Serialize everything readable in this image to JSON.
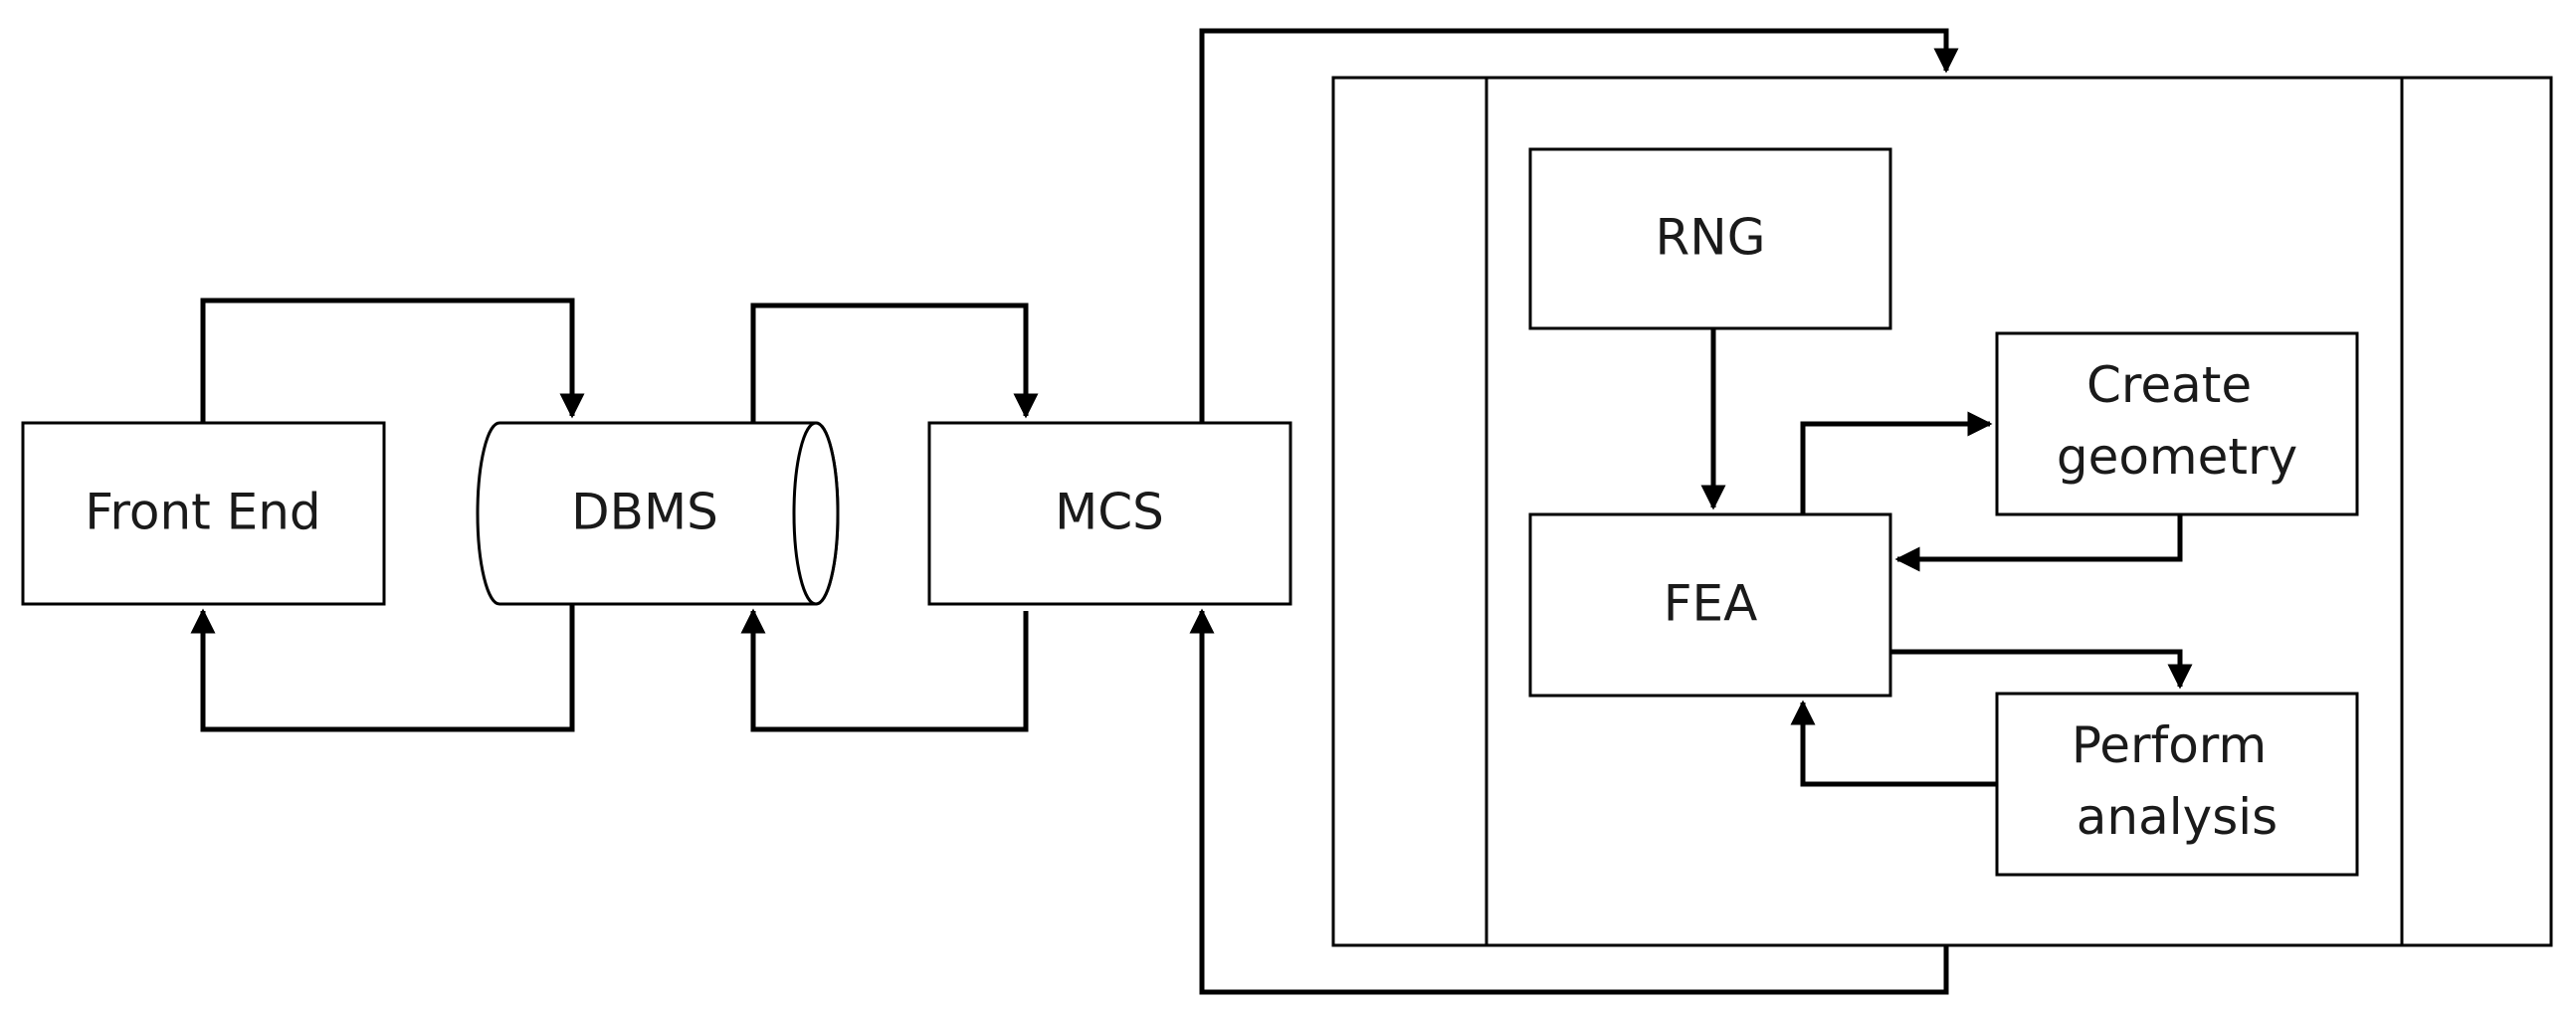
{
  "nodes": {
    "front_end": "Front End",
    "dbms": "DBMS",
    "mcs": "MCS",
    "rng": "RNG",
    "fea": "FEA",
    "create_geometry": [
      "Create",
      "geometry"
    ],
    "perform_analysis": [
      "Perform",
      "analysis"
    ]
  }
}
